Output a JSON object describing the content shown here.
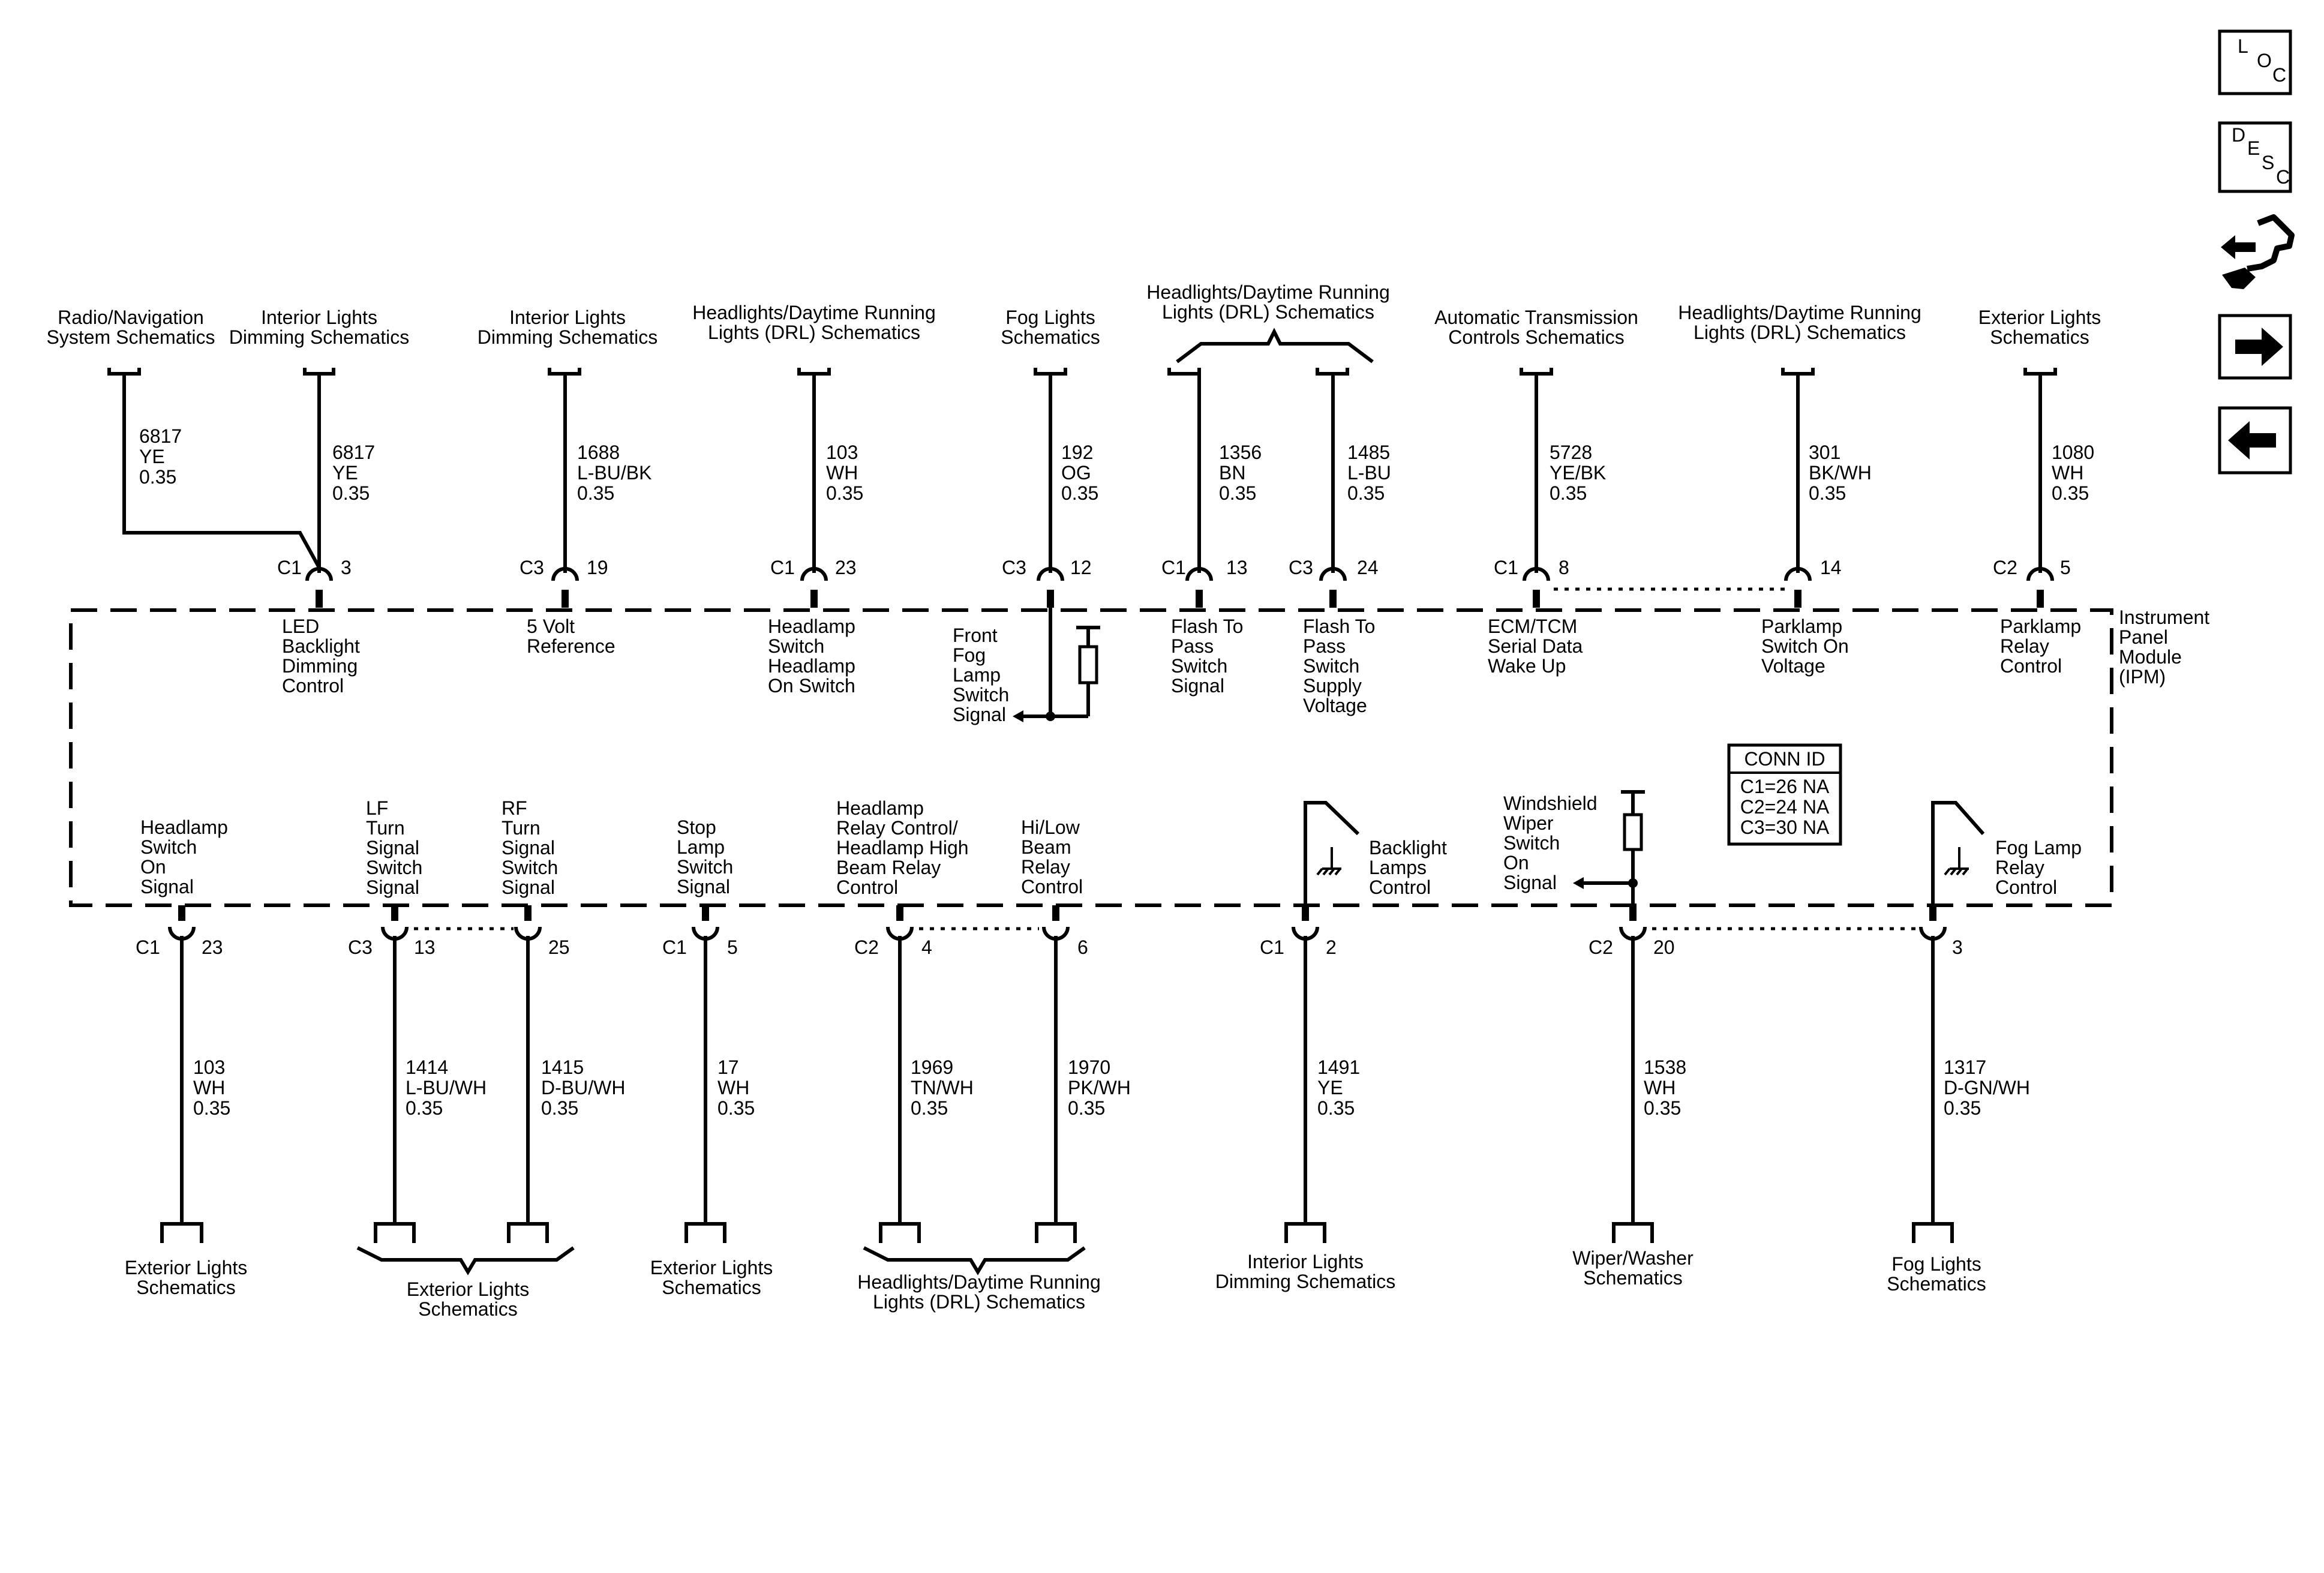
{
  "nav": {
    "loc": [
      "L",
      "O",
      "C"
    ],
    "desc": [
      "D",
      "E",
      "S",
      "C"
    ],
    "buttons": [
      "loc-icon",
      "desc-icon",
      "connector-end-view-icon",
      "next-arrow-icon",
      "previous-arrow-icon"
    ]
  },
  "module": {
    "name": "Instrument\nPanel\nModule\n(IPM)"
  },
  "conn_id": {
    "title": "CONN ID",
    "lines": [
      "C1=26 NA",
      "C2=24 NA",
      "C3=30 NA"
    ]
  },
  "top_circuits": [
    {
      "dest": "Radio/Navigation\nSystem Schematics",
      "circuit": "6817",
      "color": "YE",
      "gauge": "0.35",
      "conn": "C1",
      "pin": "3",
      "func": "LED\nBacklight\nDimming\nControl"
    },
    {
      "dest": "Interior Lights\nDimming Schematics",
      "circuit": "6817",
      "color": "YE",
      "gauge": "0.35"
    },
    {
      "dest": "Interior Lights\nDimming Schematics",
      "circuit": "1688",
      "color": "L-BU/BK",
      "gauge": "0.35",
      "conn": "C3",
      "pin": "19",
      "func": "5 Volt\nReference"
    },
    {
      "dest": "Headlights/Daytime Running\nLights (DRL) Schematics",
      "circuit": "103",
      "color": "WH",
      "gauge": "0.35",
      "conn": "C1",
      "pin": "23",
      "func": "Headlamp\nSwitch\nHeadlamp\nOn Switch"
    },
    {
      "dest": "Fog Lights\nSchematics",
      "circuit": "192",
      "color": "OG",
      "gauge": "0.35",
      "conn": "C3",
      "pin": "12",
      "func": "Front\nFog\nLamp\nSwitch\nSignal"
    },
    {
      "dest": "Headlights/Daytime Running\nLights (DRL) Schematics",
      "circuit": "1356",
      "color": "BN",
      "gauge": "0.35",
      "conn": "C1",
      "pin": "13",
      "func": "Flash To\nPass\nSwitch\nSignal"
    },
    {
      "circuit": "1485",
      "color": "L-BU",
      "gauge": "0.35",
      "conn": "C3",
      "pin": "24",
      "func": "Flash To\nPass\nSwitch\nSupply\nVoltage"
    },
    {
      "dest": "Automatic Transmission\nControls Schematics",
      "circuit": "5728",
      "color": "YE/BK",
      "gauge": "0.35",
      "conn": "C1",
      "pin": "8",
      "func": "ECM/TCM\nSerial Data\nWake Up"
    },
    {
      "dest": "Headlights/Daytime Running\nLights (DRL) Schematics",
      "circuit": "301",
      "color": "BK/WH",
      "gauge": "0.35",
      "pin": "14",
      "func": "Parklamp\nSwitch On\nVoltage"
    },
    {
      "dest": "Exterior Lights\nSchematics",
      "circuit": "1080",
      "color": "WH",
      "gauge": "0.35",
      "conn": "C2",
      "pin": "5",
      "func": "Parklamp\nRelay\nControl"
    }
  ],
  "bottom_circuits": [
    {
      "func": "Headlamp\nSwitch\nOn\nSignal",
      "conn": "C1",
      "pin": "23",
      "circuit": "103",
      "color": "WH",
      "gauge": "0.35",
      "dest": "Exterior Lights\nSchematics"
    },
    {
      "func": "LF\nTurn\nSignal\nSwitch\nSignal",
      "conn": "C3",
      "pin": "13",
      "circuit": "1414",
      "color": "L-BU/WH",
      "gauge": "0.35",
      "dest": "Exterior Lights\nSchematics"
    },
    {
      "func": "RF\nTurn\nSignal\nSwitch\nSignal",
      "pin": "25",
      "circuit": "1415",
      "color": "D-BU/WH",
      "gauge": "0.35"
    },
    {
      "func": "Stop\nLamp\nSwitch\nSignal",
      "conn": "C1",
      "pin": "5",
      "circuit": "17",
      "color": "WH",
      "gauge": "0.35",
      "dest": "Exterior Lights\nSchematics"
    },
    {
      "func": "Headlamp\nRelay Control/\nHeadlamp High\nBeam Relay\nControl",
      "conn": "C2",
      "pin": "4",
      "circuit": "1969",
      "color": "TN/WH",
      "gauge": "0.35",
      "dest": "Headlights/Daytime Running\nLights (DRL) Schematics"
    },
    {
      "func": "Hi/Low\nBeam\nRelay\nControl",
      "pin": "6",
      "circuit": "1970",
      "color": "PK/WH",
      "gauge": "0.35"
    },
    {
      "func": "Backlight\nLamps\nControl",
      "conn": "C1",
      "pin": "2",
      "circuit": "1491",
      "color": "YE",
      "gauge": "0.35",
      "dest": "Interior Lights\nDimming Schematics"
    },
    {
      "func": "Windshield\nWiper\nSwitch\nOn\nSignal",
      "conn": "C2",
      "pin": "20",
      "circuit": "1538",
      "color": "WH",
      "gauge": "0.35",
      "dest": "Wiper/Washer\nSchematics"
    },
    {
      "func": "Fog Lamp\nRelay\nControl",
      "pin": "3",
      "circuit": "1317",
      "color": "D-GN/WH",
      "gauge": "0.35",
      "dest": "Fog Lights\nSchematics"
    }
  ]
}
